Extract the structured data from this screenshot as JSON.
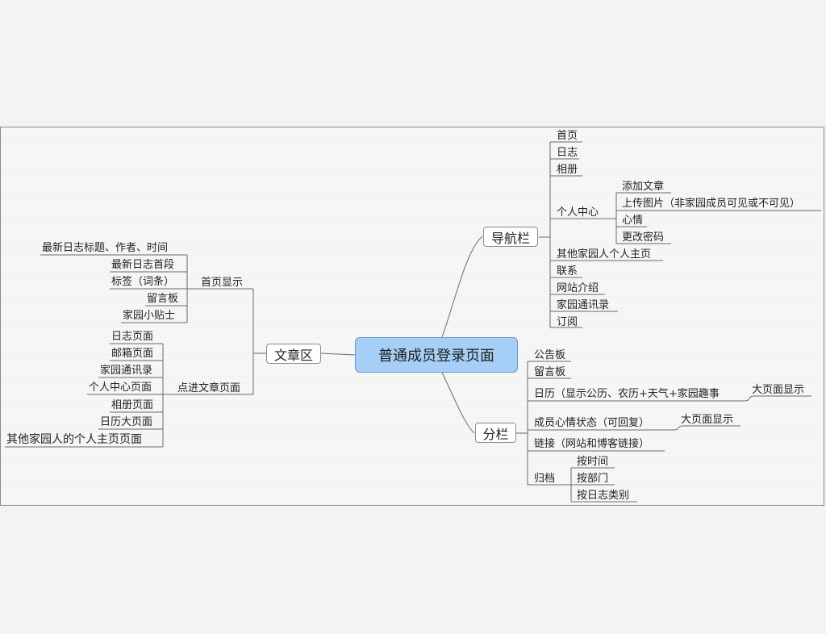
{
  "root": "普通成员登录页面",
  "branches": {
    "nav": {
      "label": "导航栏",
      "items": [
        "首页",
        "日志",
        "相册",
        "个人中心",
        "其他家园人个人主页",
        "联系",
        "网站介绍",
        "家园通讯录",
        "订阅"
      ],
      "personal_center": [
        "添加文章",
        "上传图片（非家园成员可见或不可见）",
        "心情",
        "更改密码"
      ]
    },
    "columns": {
      "label": "分栏",
      "items": [
        "公告板",
        "留言板",
        "日历（显示公历、农历+天气+家园趣事",
        "成员心情状态（可回复）",
        "链接（网站和博客链接）",
        "归档"
      ],
      "calendar_child": "大页面显示",
      "mood_child": "大页面显示",
      "archive": [
        "按时间",
        "按部门",
        "按日志类别"
      ]
    },
    "articles": {
      "label": "文章区",
      "home": {
        "label": "首页显示",
        "items": [
          "最新日志标题、作者、时间",
          "最新日志首段",
          "标签（词条）",
          "留言板",
          "家园小贴士"
        ]
      },
      "click": {
        "label": "点进文章页面",
        "items": [
          "日志页面",
          "邮箱页面",
          "家园通讯录",
          "个人中心页面",
          "相册页面",
          "日历大页面",
          "其他家园人的个人主页页面"
        ]
      }
    }
  }
}
